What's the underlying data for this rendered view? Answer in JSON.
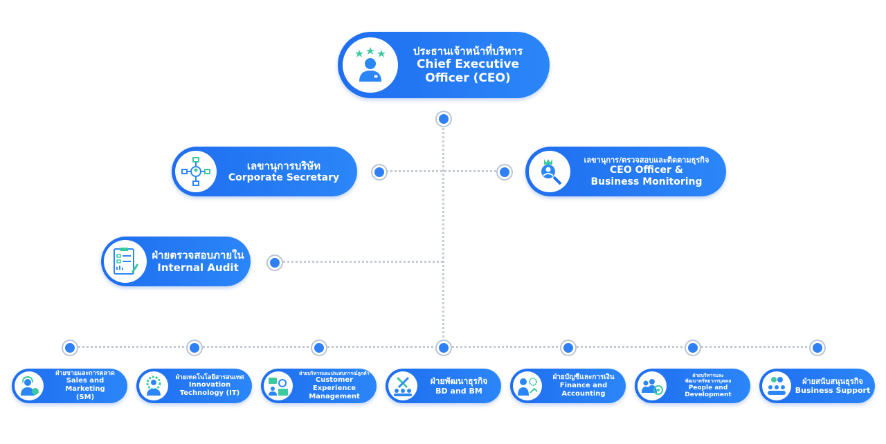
{
  "ceo": {
    "thai": "ประธานเจ้าหน้าที่บริหาร",
    "en_line1": "Chief Executive",
    "en_line2": "Officer (CEO)"
  },
  "corporate_secretary": {
    "thai": "เลขานุการบริษัท",
    "en": "Corporate Secretary"
  },
  "ceo_officer": {
    "thai": "เลขานุการ/ตรวจสอบและติดตามธุรกิจ",
    "en_line1": "CEO Officer &",
    "en_line2": "Business Monitoring"
  },
  "internal_audit": {
    "thai": "ฝ่ายตรวจสอบภายใน",
    "en": "Internal Audit"
  },
  "departments": [
    {
      "thai": "ฝ่ายขายและการตลาด",
      "en1": "Sales and Marketing",
      "en2": "(SM)",
      "icon": "headset-person-icon"
    },
    {
      "thai": "ฝ่ายเทคโนโลยีสารสนเทศ",
      "en1": "Innovation",
      "en2": "Technology (IT)",
      "icon": "gear-person-icon"
    },
    {
      "thai": "ฝ่ายบริหารและประสบการณ์ลูกค้า",
      "en1": "Customer Experience",
      "en2": "Management",
      "icon": "customer-gear-icon"
    },
    {
      "thai": "ฝ่ายพัฒนาธุรกิจ",
      "en1": "BD and BM",
      "en2": "",
      "icon": "tools-team-icon"
    },
    {
      "thai": "ฝ่ายบัญชีและการเงิน",
      "en1": "Finance and",
      "en2": "Accounting",
      "icon": "finance-person-icon"
    },
    {
      "thai": "ฝ่ายบริหารและ",
      "thai2": "พัฒนาทรัพยากรบุคคล",
      "en1": "People and",
      "en2": "Development",
      "icon": "people-target-icon"
    },
    {
      "thai": "ฝ่ายสนับสนุนธุรกิจ",
      "en1": "Business Support",
      "en2": "",
      "icon": "support-team-icon"
    }
  ],
  "colors": {
    "accent": "#1f6ef0",
    "dot": "#2f7ff5",
    "connector": "#c3cad4",
    "icon_green": "#3cc9a0"
  }
}
